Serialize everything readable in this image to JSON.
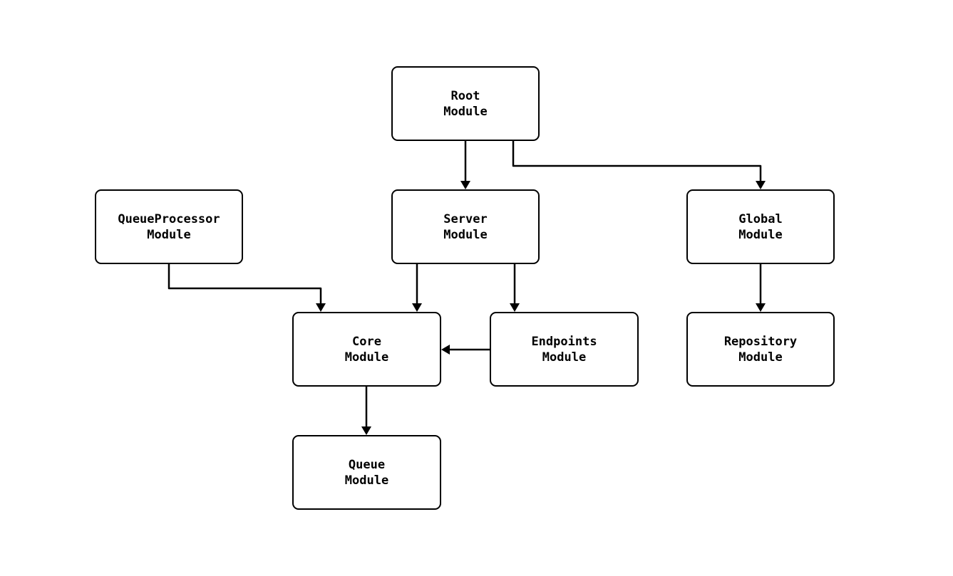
{
  "diagram": {
    "type": "module-dependency-graph",
    "colors": {
      "background": "#ffffff",
      "node_border": "#000000",
      "node_fill": "#ffffff",
      "edge": "#000000",
      "text": "#000000"
    },
    "nodes": {
      "root": {
        "label": "Root\nModule"
      },
      "queueprocessor": {
        "label": "QueueProcessor\nModule"
      },
      "server": {
        "label": "Server\nModule"
      },
      "global": {
        "label": "Global\nModule"
      },
      "core": {
        "label": "Core\nModule"
      },
      "endpoints": {
        "label": "Endpoints\nModule"
      },
      "repository": {
        "label": "Repository\nModule"
      },
      "queue": {
        "label": "Queue\nModule"
      }
    },
    "edges": [
      {
        "from": "Root Module",
        "to": "Server Module"
      },
      {
        "from": "Root Module",
        "to": "Global Module"
      },
      {
        "from": "QueueProcessor Module",
        "to": "Core Module"
      },
      {
        "from": "Server Module",
        "to": "Core Module"
      },
      {
        "from": "Server Module",
        "to": "Endpoints Module"
      },
      {
        "from": "Endpoints Module",
        "to": "Core Module"
      },
      {
        "from": "Global Module",
        "to": "Repository Module"
      },
      {
        "from": "Core Module",
        "to": "Queue Module"
      }
    ]
  }
}
